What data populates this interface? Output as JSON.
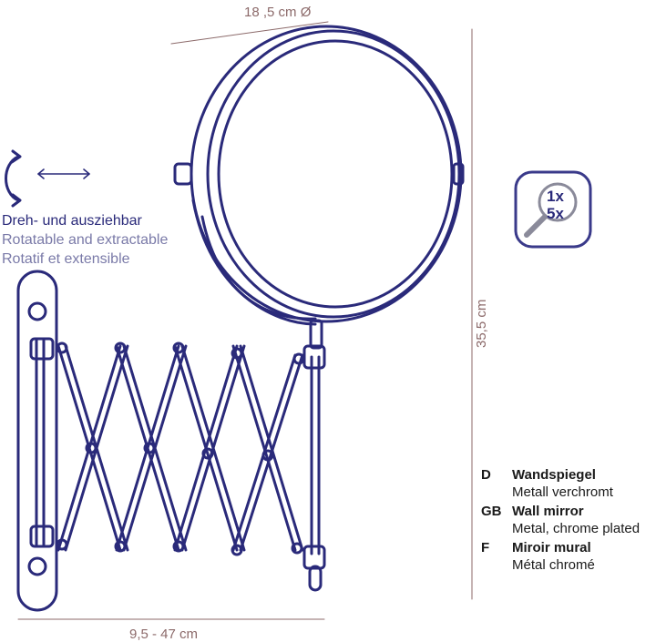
{
  "dimensions": {
    "diameter": "18 ,5 cm Ø",
    "height": "35,5 cm",
    "extension": "9,5 - 47 cm"
  },
  "feature": {
    "de": "Dreh- und ausziehbar",
    "en": "Rotatable and extractable",
    "fr": "Rotatif et extensible"
  },
  "magnification": {
    "line1": "1x",
    "line2": "5x"
  },
  "legend": [
    {
      "code": "D",
      "name": "Wandspiegel",
      "desc": "Metall verchromt"
    },
    {
      "code": "GB",
      "name": "Wall mirror",
      "desc": "Metal, chrome plated"
    },
    {
      "code": "F",
      "name": "Miroir mural",
      "desc": "Métal chromé"
    }
  ],
  "colors": {
    "line": "#2a2a7a",
    "dimension": "#8c6a6a",
    "badge_border": "#3a3a8a"
  }
}
